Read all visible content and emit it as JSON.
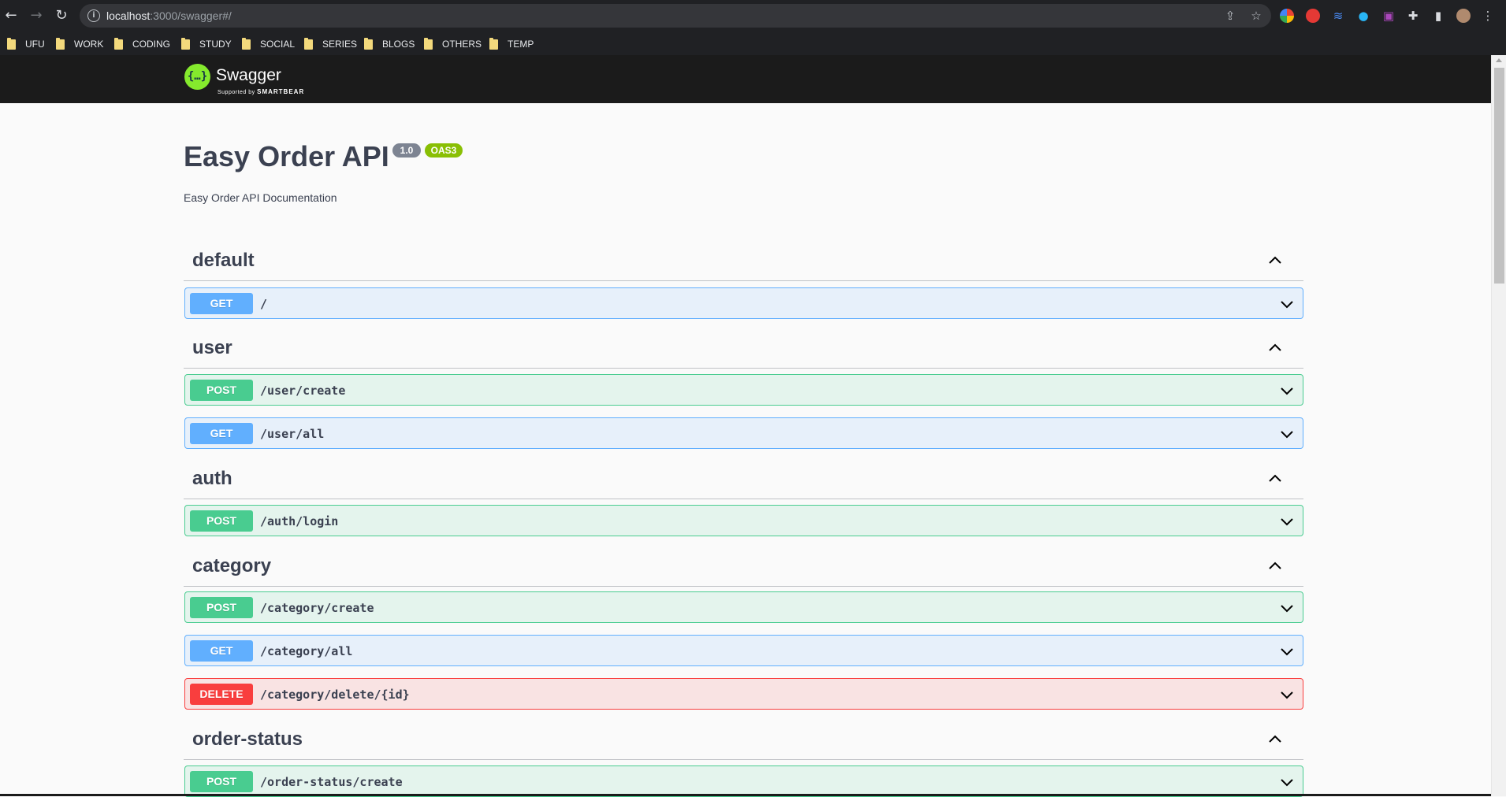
{
  "browser": {
    "url_host": "localhost",
    "url_rest": ":3000/swagger#/",
    "bookmarks": [
      "UFU",
      "WORK",
      "CODING",
      "STUDY",
      "SOCIAL",
      "SERIES",
      "BLOGS",
      "OTHERS",
      "TEMP"
    ]
  },
  "topbar": {
    "logo_text": "Swagger",
    "logo_sub_prefix": "Supported by",
    "logo_sub_brand": "SMARTBEAR"
  },
  "info": {
    "title": "Easy Order API",
    "version": "1.0",
    "oas": "OAS3",
    "description": "Easy Order API Documentation"
  },
  "sections": [
    {
      "name": "default",
      "ops": [
        {
          "method": "GET",
          "path": "/"
        }
      ]
    },
    {
      "name": "user",
      "ops": [
        {
          "method": "POST",
          "path": "/user/create"
        },
        {
          "method": "GET",
          "path": "/user/all"
        }
      ]
    },
    {
      "name": "auth",
      "ops": [
        {
          "method": "POST",
          "path": "/auth/login"
        }
      ]
    },
    {
      "name": "category",
      "ops": [
        {
          "method": "POST",
          "path": "/category/create"
        },
        {
          "method": "GET",
          "path": "/category/all"
        },
        {
          "method": "DELETE",
          "path": "/category/delete/{id}"
        }
      ]
    },
    {
      "name": "order-status",
      "ops": [
        {
          "method": "POST",
          "path": "/order-status/create"
        }
      ]
    }
  ],
  "colors": {
    "get": "#61affe",
    "post": "#49cc90",
    "delete": "#f93e3e",
    "version_badge": "#7d8492",
    "oas_badge": "#89bf04",
    "logo": "#85ea2d"
  }
}
